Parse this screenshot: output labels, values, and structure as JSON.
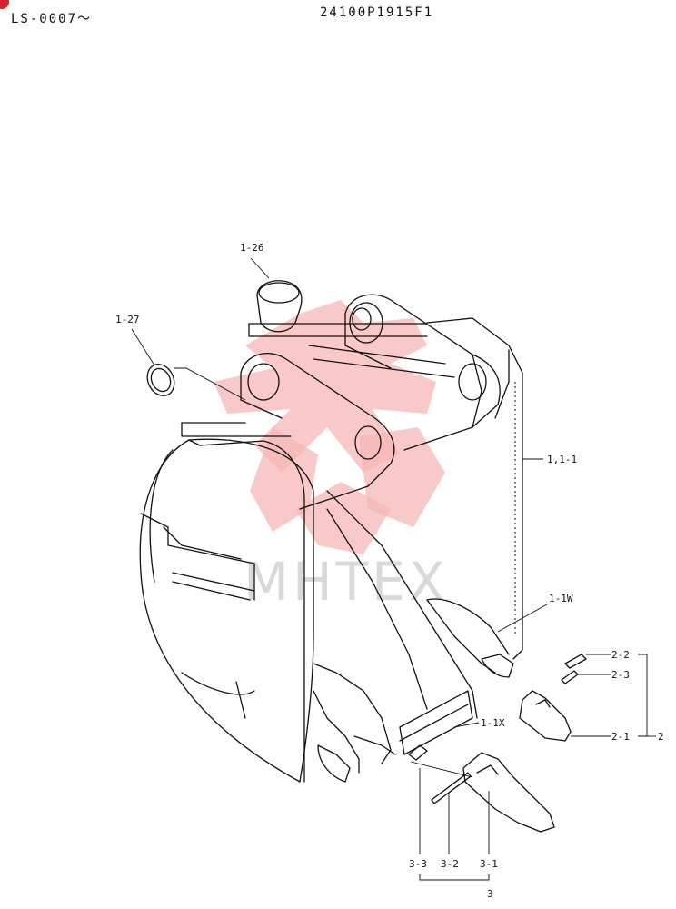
{
  "header": {
    "serial_range": "LS-0007～",
    "part_number": "24100P1915F1"
  },
  "watermark": {
    "text": "MHTEX",
    "color": "#f6b7b5"
  },
  "callouts": {
    "c1_26": "1-26",
    "c1_27": "1-27",
    "c1_1_1": "1,1-1",
    "c1_1w": "1-1W",
    "c1_1x": "1-1X",
    "c2_2": "2-2",
    "c2_3": "2-3",
    "c2_1": "2-1",
    "c2": "2",
    "c3_3": "3-3",
    "c3_2": "3-2",
    "c3_1": "3-1",
    "c3": "3"
  }
}
